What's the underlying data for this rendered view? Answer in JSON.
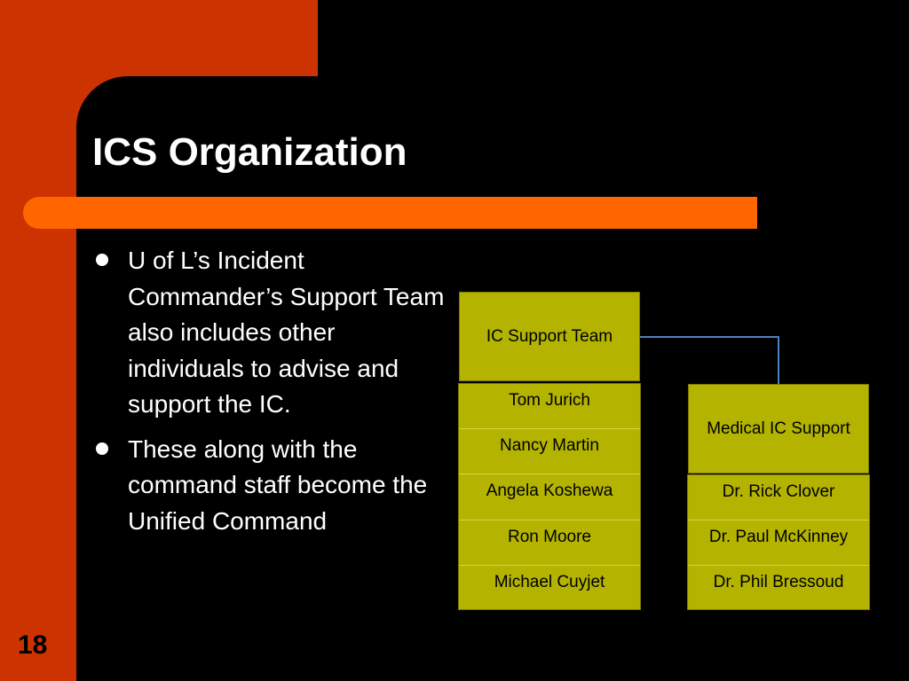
{
  "slide": {
    "title": "ICS Organization",
    "number": "18",
    "bullets": [
      "U of L’s Incident Commander’s  Support Team also includes other individuals to advise and support the IC.",
      "These along with the command staff become the Unified Command"
    ]
  },
  "org_chart": {
    "ic_support": {
      "title": "IC Support Team",
      "members": [
        "Tom Jurich",
        "Nancy Martin",
        "Angela Koshewa",
        "Ron Moore",
        "Michael Cuyjet"
      ]
    },
    "medical_support": {
      "title": "Medical IC Support",
      "members": [
        "Dr. Rick Clover",
        "Dr. Paul McKinney",
        "Dr. Phil Bressoud"
      ]
    }
  },
  "colors": {
    "background_red": "#cc3300",
    "accent_orange": "#ff6600",
    "box_olive": "#b3b300",
    "connector_blue": "#4f81bd"
  }
}
